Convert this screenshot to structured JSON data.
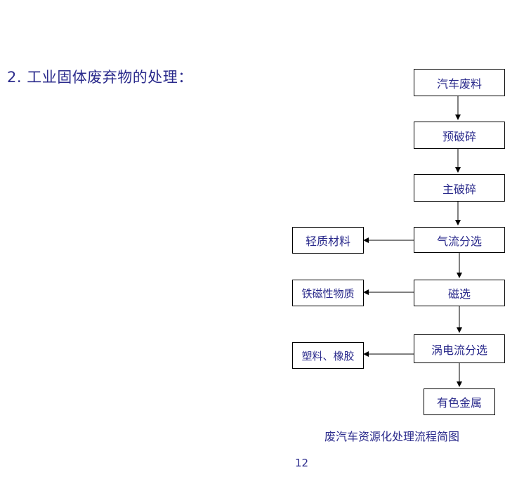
{
  "heading": "2. 工业固体废弃物的处理：",
  "flowchart": {
    "main_steps": [
      "汽车废料",
      "预破碎",
      "主破碎",
      "气流分选",
      "磁选",
      "涡电流分选",
      "有色金属"
    ],
    "side_outputs": [
      "轻质材料",
      "铁磁性物质",
      "塑料、橡胶"
    ]
  },
  "caption": "废汽车资源化处理流程简图",
  "page_number": "12"
}
